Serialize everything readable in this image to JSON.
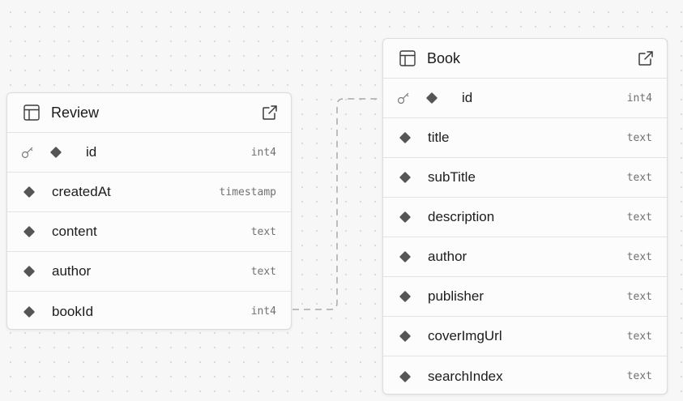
{
  "tables": {
    "review": {
      "name": "Review",
      "fields": [
        {
          "name": "id",
          "type": "int4",
          "primary_key": true
        },
        {
          "name": "createdAt",
          "type": "timestamp"
        },
        {
          "name": "content",
          "type": "text"
        },
        {
          "name": "author",
          "type": "text"
        },
        {
          "name": "bookId",
          "type": "int4"
        }
      ]
    },
    "book": {
      "name": "Book",
      "fields": [
        {
          "name": "id",
          "type": "int4",
          "primary_key": true
        },
        {
          "name": "title",
          "type": "text"
        },
        {
          "name": "subTitle",
          "type": "text"
        },
        {
          "name": "description",
          "type": "text"
        },
        {
          "name": "author",
          "type": "text"
        },
        {
          "name": "publisher",
          "type": "text"
        },
        {
          "name": "coverImgUrl",
          "type": "text"
        },
        {
          "name": "searchIndex",
          "type": "text"
        }
      ]
    }
  },
  "relation": {
    "from": "Review.bookId",
    "to": "Book.id"
  },
  "colors": {
    "canvas": "#f7f7f7",
    "card": "#fcfcfc",
    "border": "#dcdcdc",
    "diamond": "#555555",
    "type_text": "#707070",
    "connector": "#a8a8a8"
  },
  "icons": {
    "header": "table-icon",
    "open": "external-link-icon",
    "primary_key": "key-icon",
    "column": "diamond-icon"
  }
}
